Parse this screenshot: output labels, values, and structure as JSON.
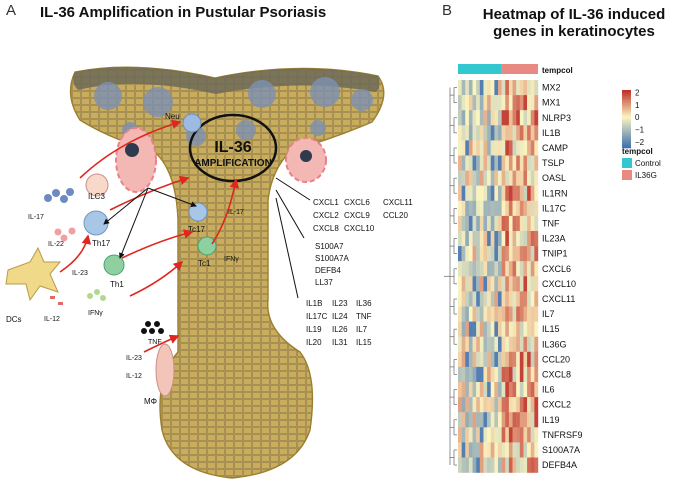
{
  "panel_a": {
    "letter": "A",
    "title": "IL-36 Amplification in Pustular Psoriasis",
    "center_label_line1": "IL-36",
    "center_label_line2": "AMPLIFICATION",
    "cells": {
      "neu": "Neu",
      "ilc3": "ILC3",
      "th17": "Th17",
      "th1": "Th1",
      "tc17": "Tc17",
      "tc1": "Tc1",
      "dcs": "DCs",
      "mphi": "MΦ"
    },
    "cytokines": {
      "il17_left": "IL-17",
      "il22": "IL-22",
      "il23": "IL-23",
      "il12": "IL-12",
      "ifng_left": "IFNγ",
      "il17_center": "IL-17",
      "ifng_center": "IFNγ",
      "tnf": "TNF",
      "il23_mphi": "IL-23",
      "il12_mphi": "IL-12"
    },
    "gene_groups": {
      "chemokines": [
        [
          "CXCL1",
          "CXCL6",
          "CXCL11"
        ],
        [
          "CXCL2",
          "CXCL9",
          "CCL20"
        ],
        [
          "CXCL8",
          "CXCL10",
          ""
        ]
      ],
      "antimicrobials": [
        "S100A7",
        "S100A7A",
        "DEFB4",
        "LL37"
      ],
      "cytokine_genes": [
        [
          "IL1B",
          "IL23",
          "IL36"
        ],
        [
          "IL17C",
          "IL24",
          "TNF"
        ],
        [
          "IL19",
          "IL26",
          "IL7"
        ],
        [
          "IL20",
          "IL31",
          "IL15"
        ]
      ]
    }
  },
  "panel_b": {
    "letter": "B",
    "title_line1": "Heatmap of IL-36 induced",
    "title_line2": "genes in keratinocytes",
    "annotation_label": "tempcol",
    "legend": {
      "title": "tempcol",
      "entries": [
        {
          "label": "Control",
          "color": "#33C8D0"
        },
        {
          "label": "IL36G",
          "color": "#E88A82"
        }
      ],
      "ticks": [
        "2",
        "1",
        "0",
        "−1",
        "−2"
      ]
    },
    "colors": {
      "high": "#C0302A",
      "mid": "#FBF5C0",
      "low": "#3E6FB0"
    }
  },
  "chart_data": {
    "type": "heatmap",
    "title": "Heatmap of IL-36 induced genes in keratinocytes",
    "columns_annotation": "tempcol",
    "groups": [
      {
        "name": "Control",
        "count": 12
      },
      {
        "name": "IL36G",
        "count": 10
      }
    ],
    "rows": [
      "MX2",
      "MX1",
      "NLRP3",
      "IL1B",
      "CAMP",
      "TSLP",
      "OASL",
      "IL1RN",
      "IL17C",
      "TNF",
      "IL23A",
      "TNIP1",
      "CXCL6",
      "CXCL10",
      "CXCL11",
      "IL7",
      "IL15",
      "IL36G",
      "CCL20",
      "CXCL8",
      "IL6",
      "CXCL2",
      "IL19",
      "TNFRSF9",
      "S100A7A",
      "DEFB4A"
    ],
    "scale_range": [
      -2.5,
      2.2
    ],
    "scale_ticks": [
      2,
      1,
      0,
      -1,
      -2
    ]
  }
}
